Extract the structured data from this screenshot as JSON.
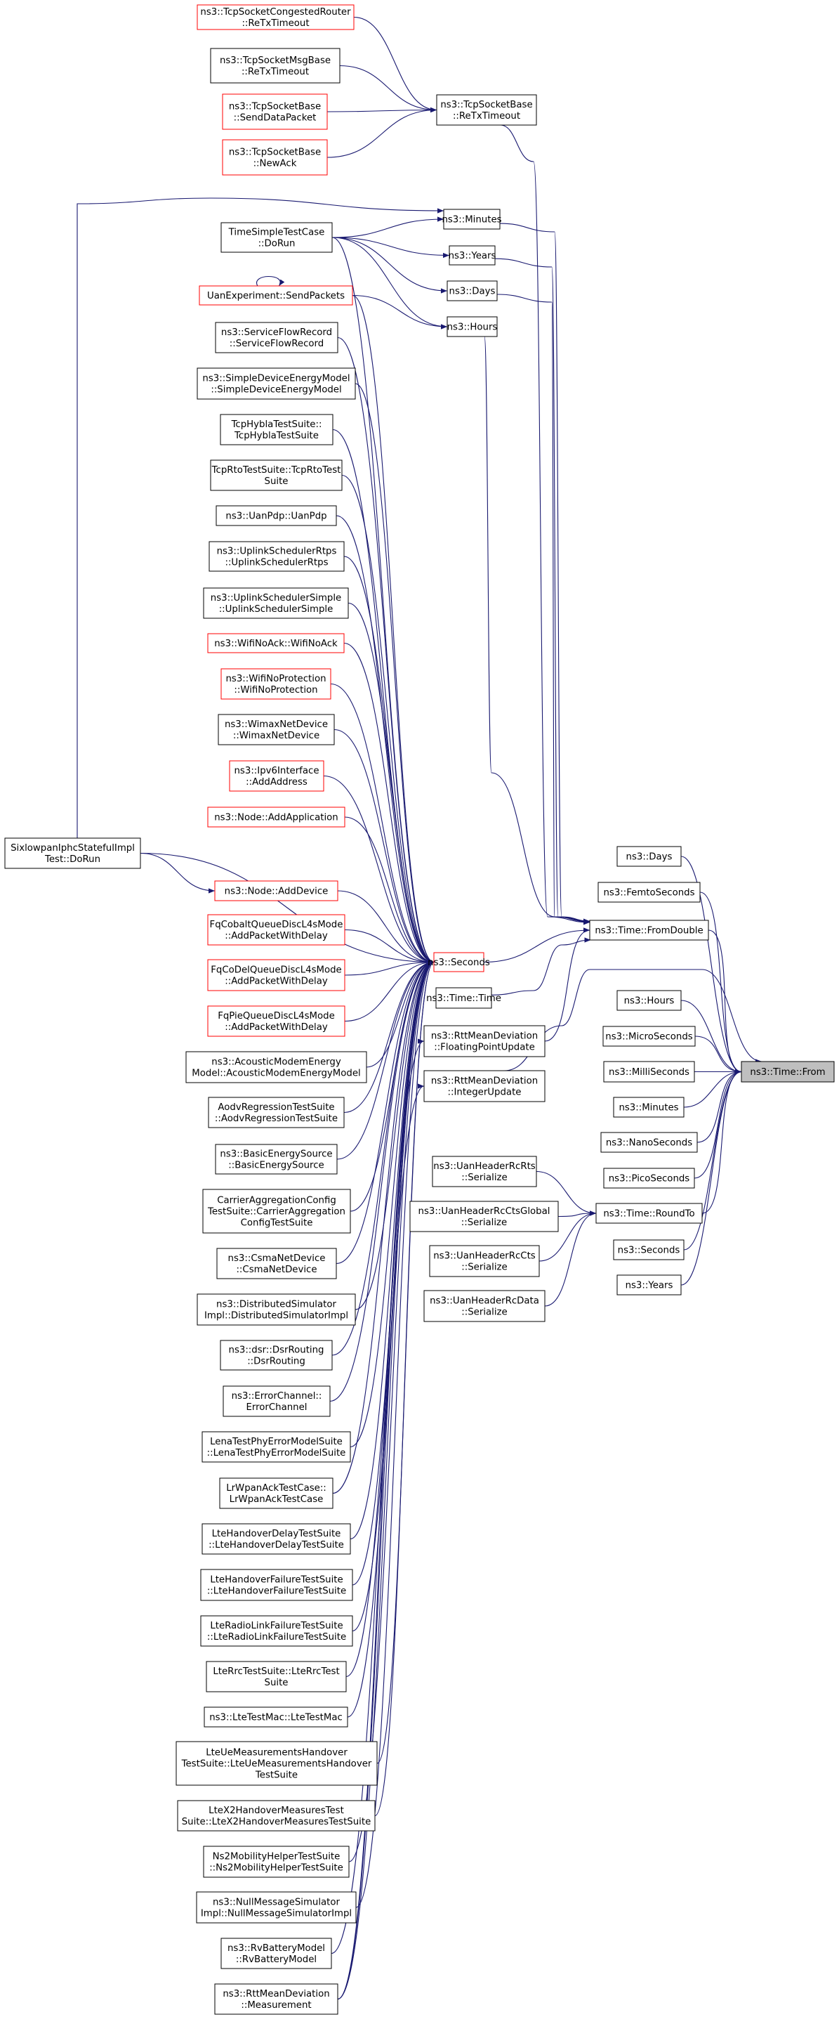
{
  "graph": {
    "colors": {
      "edge": "#191970",
      "border_default": "#000000",
      "border_red": "#ff0000",
      "focus_fill": "#bfbfbf",
      "node_fill": "#ffffff"
    },
    "nodes": [
      {
        "id": "tcp_congested",
        "lines": [
          "ns3::TcpSocketCongestedRouter",
          "::ReTxTimeout"
        ],
        "border": "red"
      },
      {
        "id": "tcp_msgbase",
        "lines": [
          "ns3::TcpSocketMsgBase",
          "::ReTxTimeout"
        ],
        "border": "black"
      },
      {
        "id": "tcp_senddata",
        "lines": [
          "ns3::TcpSocketBase",
          "::SendDataPacket"
        ],
        "border": "red"
      },
      {
        "id": "tcp_newack",
        "lines": [
          "ns3::TcpSocketBase",
          "::NewAck"
        ],
        "border": "red"
      },
      {
        "id": "tcp_retx",
        "lines": [
          "ns3::TcpSocketBase",
          "::ReTxTimeout"
        ],
        "border": "black"
      },
      {
        "id": "minutes_l",
        "lines": [
          "ns3::Minutes"
        ],
        "border": "black"
      },
      {
        "id": "years_l",
        "lines": [
          "ns3::Years"
        ],
        "border": "black"
      },
      {
        "id": "days_l",
        "lines": [
          "ns3::Days"
        ],
        "border": "black"
      },
      {
        "id": "hours_l",
        "lines": [
          "ns3::Hours"
        ],
        "border": "black"
      },
      {
        "id": "timesimple",
        "lines": [
          "TimeSimpleTestCase",
          "::DoRun"
        ],
        "border": "black"
      },
      {
        "id": "uanexp",
        "lines": [
          "UanExperiment::SendPackets"
        ],
        "border": "red"
      },
      {
        "id": "sfrecord",
        "lines": [
          "ns3::ServiceFlowRecord",
          "::ServiceFlowRecord"
        ],
        "border": "black"
      },
      {
        "id": "simpleenergy",
        "lines": [
          "ns3::SimpleDeviceEnergyModel",
          "::SimpleDeviceEnergyModel"
        ],
        "border": "black"
      },
      {
        "id": "tcphybla",
        "lines": [
          "TcpHyblaTestSuite::",
          "TcpHyblaTestSuite"
        ],
        "border": "black"
      },
      {
        "id": "tcprto",
        "lines": [
          "TcpRtoTestSuite::TcpRtoTest",
          "Suite"
        ],
        "border": "black"
      },
      {
        "id": "uanpdp",
        "lines": [
          "ns3::UanPdp::UanPdp"
        ],
        "border": "black"
      },
      {
        "id": "uplinkrtps",
        "lines": [
          "ns3::UplinkSchedulerRtps",
          "::UplinkSchedulerRtps"
        ],
        "border": "black"
      },
      {
        "id": "uplinksimple",
        "lines": [
          "ns3::UplinkSchedulerSimple",
          "::UplinkSchedulerSimple"
        ],
        "border": "black"
      },
      {
        "id": "wifinoack",
        "lines": [
          "ns3::WifiNoAck::WifiNoAck"
        ],
        "border": "red"
      },
      {
        "id": "wifinoprot",
        "lines": [
          "ns3::WifiNoProtection",
          "::WifiNoProtection"
        ],
        "border": "red"
      },
      {
        "id": "wimaxnet",
        "lines": [
          "ns3::WimaxNetDevice",
          "::WimaxNetDevice"
        ],
        "border": "black"
      },
      {
        "id": "ipv6addr",
        "lines": [
          "ns3::Ipv6Interface",
          "::AddAddress"
        ],
        "border": "red"
      },
      {
        "id": "nodeaddapp",
        "lines": [
          "ns3::Node::AddApplication"
        ],
        "border": "red"
      },
      {
        "id": "sixlowpan",
        "lines": [
          "SixlowpanIphcStatefulImpl",
          "Test::DoRun"
        ],
        "border": "black"
      },
      {
        "id": "nodeadddev",
        "lines": [
          "ns3::Node::AddDevice"
        ],
        "border": "red"
      },
      {
        "id": "fqcobalt",
        "lines": [
          "FqCobaltQueueDiscL4sMode",
          "::AddPacketWithDelay"
        ],
        "border": "red"
      },
      {
        "id": "fqcodel",
        "lines": [
          "FqCoDelQueueDiscL4sMode",
          "::AddPacketWithDelay"
        ],
        "border": "red"
      },
      {
        "id": "fqpie",
        "lines": [
          "FqPieQueueDiscL4sMode",
          "::AddPacketWithDelay"
        ],
        "border": "red"
      },
      {
        "id": "acoustic",
        "lines": [
          "ns3::AcousticModemEnergy",
          "Model::AcousticModemEnergyModel"
        ],
        "border": "black"
      },
      {
        "id": "aodv",
        "lines": [
          "AodvRegressionTestSuite",
          "::AodvRegressionTestSuite"
        ],
        "border": "black"
      },
      {
        "id": "basicenergy",
        "lines": [
          "ns3::BasicEnergySource",
          "::BasicEnergySource"
        ],
        "border": "black"
      },
      {
        "id": "carrieragg",
        "lines": [
          "CarrierAggregationConfig",
          "TestSuite::CarrierAggregation",
          "ConfigTestSuite"
        ],
        "border": "black"
      },
      {
        "id": "csmanet",
        "lines": [
          "ns3::CsmaNetDevice",
          "::CsmaNetDevice"
        ],
        "border": "black"
      },
      {
        "id": "distsim",
        "lines": [
          "ns3::DistributedSimulator",
          "Impl::DistributedSimulatorImpl"
        ],
        "border": "black"
      },
      {
        "id": "dsr",
        "lines": [
          "ns3::dsr::DsrRouting",
          "::DsrRouting"
        ],
        "border": "black"
      },
      {
        "id": "errchan",
        "lines": [
          "ns3::ErrorChannel::",
          "ErrorChannel"
        ],
        "border": "black"
      },
      {
        "id": "lenaphy",
        "lines": [
          "LenaTestPhyErrorModelSuite",
          "::LenaTestPhyErrorModelSuite"
        ],
        "border": "black"
      },
      {
        "id": "lrwpan",
        "lines": [
          "LrWpanAckTestCase::",
          "LrWpanAckTestCase"
        ],
        "border": "black"
      },
      {
        "id": "ltehodelay",
        "lines": [
          "LteHandoverDelayTestSuite",
          "::LteHandoverDelayTestSuite"
        ],
        "border": "black"
      },
      {
        "id": "ltehofail",
        "lines": [
          "LteHandoverFailureTestSuite",
          "::LteHandoverFailureTestSuite"
        ],
        "border": "black"
      },
      {
        "id": "lteradio",
        "lines": [
          "LteRadioLinkFailureTestSuite",
          "::LteRadioLinkFailureTestSuite"
        ],
        "border": "black"
      },
      {
        "id": "lterrc",
        "lines": [
          "LteRrcTestSuite::LteRrcTest",
          "Suite"
        ],
        "border": "black"
      },
      {
        "id": "ltetestmac",
        "lines": [
          "ns3::LteTestMac::LteTestMac"
        ],
        "border": "black"
      },
      {
        "id": "lteuemeas",
        "lines": [
          "LteUeMeasurementsHandover",
          "TestSuite::LteUeMeasurementsHandover",
          "TestSuite"
        ],
        "border": "black"
      },
      {
        "id": "ltex2",
        "lines": [
          "LteX2HandoverMeasuresTest",
          "Suite::LteX2HandoverMeasuresTestSuite"
        ],
        "border": "black"
      },
      {
        "id": "ns2mob",
        "lines": [
          "Ns2MobilityHelperTestSuite",
          "::Ns2MobilityHelperTestSuite"
        ],
        "border": "black"
      },
      {
        "id": "nullmsg",
        "lines": [
          "ns3::NullMessageSimulator",
          "Impl::NullMessageSimulatorImpl"
        ],
        "border": "black"
      },
      {
        "id": "rvbattery",
        "lines": [
          "ns3::RvBatteryModel",
          "::RvBatteryModel"
        ],
        "border": "black"
      },
      {
        "id": "rttmeas",
        "lines": [
          "ns3::RttMeanDeviation",
          "::Measurement"
        ],
        "border": "black"
      },
      {
        "id": "seconds_mid",
        "lines": [
          "ns3::Seconds"
        ],
        "border": "red"
      },
      {
        "id": "timetime",
        "lines": [
          "ns3::Time::Time"
        ],
        "border": "black"
      },
      {
        "id": "rttfloat",
        "lines": [
          "ns3::RttMeanDeviation",
          "::FloatingPointUpdate"
        ],
        "border": "black"
      },
      {
        "id": "rttint",
        "lines": [
          "ns3::RttMeanDeviation",
          "::IntegerUpdate"
        ],
        "border": "black"
      },
      {
        "id": "uanrts",
        "lines": [
          "ns3::UanHeaderRcRts",
          "::Serialize"
        ],
        "border": "black"
      },
      {
        "id": "uanctsglobal",
        "lines": [
          "ns3::UanHeaderRcCtsGlobal",
          "::Serialize"
        ],
        "border": "black"
      },
      {
        "id": "uancts",
        "lines": [
          "ns3::UanHeaderRcCts",
          "::Serialize"
        ],
        "border": "black"
      },
      {
        "id": "uandata",
        "lines": [
          "ns3::UanHeaderRcData",
          "::Serialize"
        ],
        "border": "black"
      },
      {
        "id": "fromdouble",
        "lines": [
          "ns3::Time::FromDouble"
        ],
        "border": "black"
      },
      {
        "id": "roundto",
        "lines": [
          "ns3::Time::RoundTo"
        ],
        "border": "black"
      },
      {
        "id": "days_r",
        "lines": [
          "ns3::Days"
        ],
        "border": "black"
      },
      {
        "id": "femto_r",
        "lines": [
          "ns3::FemtoSeconds"
        ],
        "border": "black"
      },
      {
        "id": "hours_r",
        "lines": [
          "ns3::Hours"
        ],
        "border": "black"
      },
      {
        "id": "micro_r",
        "lines": [
          "ns3::MicroSeconds"
        ],
        "border": "black"
      },
      {
        "id": "milli_r",
        "lines": [
          "ns3::MilliSeconds"
        ],
        "border": "black"
      },
      {
        "id": "minutes_r",
        "lines": [
          "ns3::Minutes"
        ],
        "border": "black"
      },
      {
        "id": "nano_r",
        "lines": [
          "ns3::NanoSeconds"
        ],
        "border": "black"
      },
      {
        "id": "pico_r",
        "lines": [
          "ns3::PicoSeconds"
        ],
        "border": "black"
      },
      {
        "id": "seconds_r",
        "lines": [
          "ns3::Seconds"
        ],
        "border": "black"
      },
      {
        "id": "years_r",
        "lines": [
          "ns3::Years"
        ],
        "border": "black"
      },
      {
        "id": "timefrom",
        "lines": [
          "ns3::Time::From"
        ],
        "border": "black",
        "focus": true
      }
    ],
    "edges": [
      [
        "tcp_congested",
        "tcp_retx"
      ],
      [
        "tcp_msgbase",
        "tcp_retx"
      ],
      [
        "tcp_senddata",
        "tcp_retx"
      ],
      [
        "tcp_newack",
        "tcp_retx"
      ],
      [
        "tcp_retx",
        "fromdouble"
      ],
      [
        "sixlowpan",
        "minutes_l"
      ],
      [
        "timesimple",
        "minutes_l"
      ],
      [
        "timesimple",
        "years_l"
      ],
      [
        "timesimple",
        "days_l"
      ],
      [
        "timesimple",
        "hours_l"
      ],
      [
        "uanexp",
        "hours_l"
      ],
      [
        "uanexp",
        "uanexp"
      ],
      [
        "minutes_l",
        "fromdouble"
      ],
      [
        "years_l",
        "fromdouble"
      ],
      [
        "days_l",
        "fromdouble"
      ],
      [
        "hours_l",
        "fromdouble"
      ],
      [
        "timesimple",
        "seconds_mid"
      ],
      [
        "uanexp",
        "seconds_mid"
      ],
      [
        "sfrecord",
        "seconds_mid"
      ],
      [
        "simpleenergy",
        "seconds_mid"
      ],
      [
        "tcphybla",
        "seconds_mid"
      ],
      [
        "tcprto",
        "seconds_mid"
      ],
      [
        "uanpdp",
        "seconds_mid"
      ],
      [
        "uplinkrtps",
        "seconds_mid"
      ],
      [
        "uplinksimple",
        "seconds_mid"
      ],
      [
        "wifinoack",
        "seconds_mid"
      ],
      [
        "wifinoprot",
        "seconds_mid"
      ],
      [
        "wimaxnet",
        "seconds_mid"
      ],
      [
        "ipv6addr",
        "seconds_mid"
      ],
      [
        "nodeaddapp",
        "seconds_mid"
      ],
      [
        "sixlowpan",
        "seconds_mid"
      ],
      [
        "sixlowpan",
        "nodeadddev"
      ],
      [
        "nodeadddev",
        "seconds_mid"
      ],
      [
        "fqcobalt",
        "seconds_mid"
      ],
      [
        "fqcodel",
        "seconds_mid"
      ],
      [
        "fqpie",
        "seconds_mid"
      ],
      [
        "acoustic",
        "seconds_mid"
      ],
      [
        "aodv",
        "seconds_mid"
      ],
      [
        "basicenergy",
        "seconds_mid"
      ],
      [
        "carrieragg",
        "seconds_mid"
      ],
      [
        "csmanet",
        "seconds_mid"
      ],
      [
        "distsim",
        "seconds_mid"
      ],
      [
        "dsr",
        "seconds_mid"
      ],
      [
        "errchan",
        "seconds_mid"
      ],
      [
        "lenaphy",
        "seconds_mid"
      ],
      [
        "lrwpan",
        "seconds_mid"
      ],
      [
        "ltehodelay",
        "seconds_mid"
      ],
      [
        "ltehofail",
        "seconds_mid"
      ],
      [
        "lteradio",
        "seconds_mid"
      ],
      [
        "lterrc",
        "seconds_mid"
      ],
      [
        "ltetestmac",
        "seconds_mid"
      ],
      [
        "lteuemeas",
        "seconds_mid"
      ],
      [
        "ltex2",
        "seconds_mid"
      ],
      [
        "ns2mob",
        "seconds_mid"
      ],
      [
        "nullmsg",
        "seconds_mid"
      ],
      [
        "rvbattery",
        "seconds_mid"
      ],
      [
        "rttmeas",
        "seconds_mid"
      ],
      [
        "rttmeas",
        "rttfloat"
      ],
      [
        "rttmeas",
        "rttint"
      ],
      [
        "seconds_mid",
        "fromdouble"
      ],
      [
        "timetime",
        "fromdouble"
      ],
      [
        "rttfloat",
        "fromdouble"
      ],
      [
        "rttint",
        "timefrom"
      ],
      [
        "uanrts",
        "roundto"
      ],
      [
        "uanctsglobal",
        "roundto"
      ],
      [
        "uancts",
        "roundto"
      ],
      [
        "uandata",
        "roundto"
      ],
      [
        "days_r",
        "timefrom"
      ],
      [
        "femto_r",
        "timefrom"
      ],
      [
        "fromdouble",
        "timefrom"
      ],
      [
        "hours_r",
        "timefrom"
      ],
      [
        "micro_r",
        "timefrom"
      ],
      [
        "milli_r",
        "timefrom"
      ],
      [
        "minutes_r",
        "timefrom"
      ],
      [
        "nano_r",
        "timefrom"
      ],
      [
        "pico_r",
        "timefrom"
      ],
      [
        "roundto",
        "timefrom"
      ],
      [
        "seconds_r",
        "timefrom"
      ],
      [
        "years_r",
        "timefrom"
      ]
    ]
  }
}
